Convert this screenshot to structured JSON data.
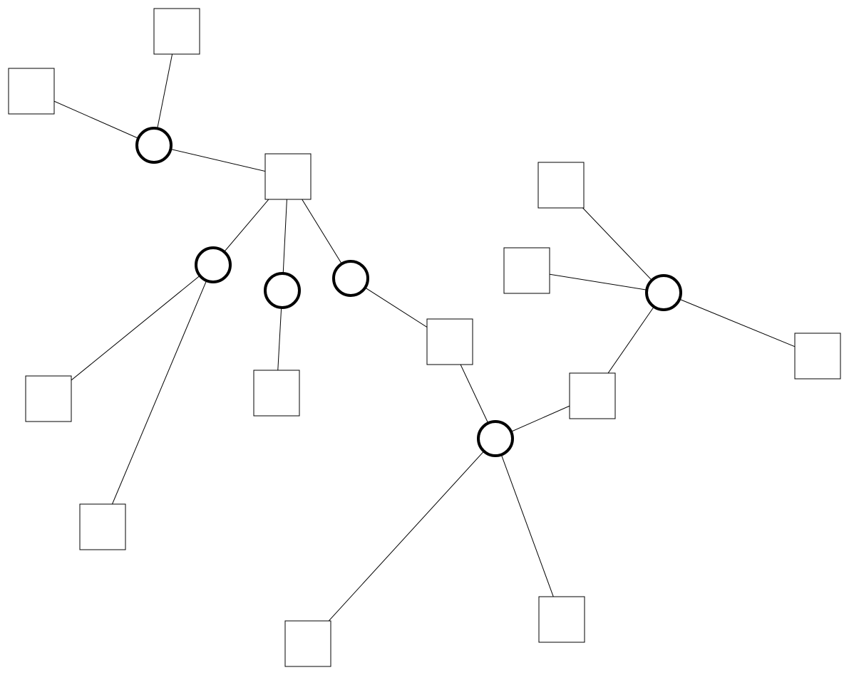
{
  "diagram": {
    "kind": "network graph",
    "style": {
      "background_color": "#ffffff",
      "stroke_color": "#000000",
      "node_fill": "#ffffff"
    },
    "node_shapes": {
      "square": "square",
      "circle": "circle"
    },
    "nodes": [
      {
        "id": "s1",
        "shape": "square"
      },
      {
        "id": "s2",
        "shape": "square"
      },
      {
        "id": "s3",
        "shape": "square"
      },
      {
        "id": "s4",
        "shape": "square"
      },
      {
        "id": "s5",
        "shape": "square"
      },
      {
        "id": "s6",
        "shape": "square"
      },
      {
        "id": "s7",
        "shape": "square"
      },
      {
        "id": "s8",
        "shape": "square"
      },
      {
        "id": "s9",
        "shape": "square"
      },
      {
        "id": "s10",
        "shape": "square"
      },
      {
        "id": "s11",
        "shape": "square"
      },
      {
        "id": "s12",
        "shape": "square"
      },
      {
        "id": "s13",
        "shape": "square"
      },
      {
        "id": "s14",
        "shape": "square"
      },
      {
        "id": "c1",
        "shape": "circle"
      },
      {
        "id": "c2",
        "shape": "circle"
      },
      {
        "id": "c3",
        "shape": "circle"
      },
      {
        "id": "c4",
        "shape": "circle"
      },
      {
        "id": "c5",
        "shape": "circle"
      },
      {
        "id": "c6",
        "shape": "circle"
      }
    ],
    "edges": [
      [
        "s1",
        "c1"
      ],
      [
        "s2",
        "c1"
      ],
      [
        "c1",
        "s3"
      ],
      [
        "s3",
        "c2"
      ],
      [
        "s3",
        "c3"
      ],
      [
        "s3",
        "c4"
      ],
      [
        "c2",
        "s4"
      ],
      [
        "c2",
        "s5"
      ],
      [
        "c3",
        "s6"
      ],
      [
        "c4",
        "s7"
      ],
      [
        "s7",
        "c5"
      ],
      [
        "c5",
        "s8"
      ],
      [
        "c5",
        "s9"
      ],
      [
        "c5",
        "s10"
      ],
      [
        "s8",
        "c6"
      ],
      [
        "s11",
        "c6"
      ],
      [
        "s12",
        "c6"
      ],
      [
        "c6",
        "s13"
      ]
    ]
  }
}
